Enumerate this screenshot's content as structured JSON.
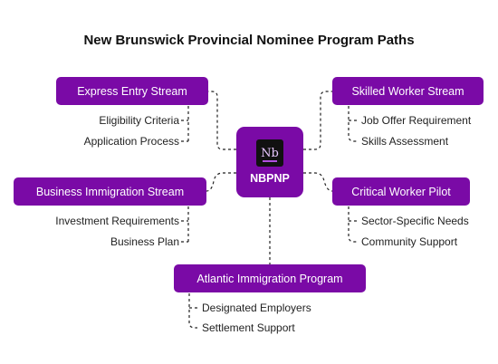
{
  "title": "New Brunswick Provincial Nominee Program Paths",
  "center": {
    "label": "NBPNP",
    "logo_text": "Nb",
    "logo_icon": "nb-logo-icon"
  },
  "branches": {
    "express": {
      "label": "Express Entry Stream",
      "items": [
        "Eligibility Criteria",
        "Application Process"
      ]
    },
    "business": {
      "label": "Business Immigration Stream",
      "items": [
        "Investment Requirements",
        "Business Plan"
      ]
    },
    "skilled": {
      "label": "Skilled Worker Stream",
      "items": [
        "Job Offer Requirement",
        "Skills Assessment"
      ]
    },
    "critical": {
      "label": "Critical Worker Pilot",
      "items": [
        "Sector-Specific Needs",
        "Community Support"
      ]
    },
    "atlantic": {
      "label": "Atlantic Immigration Program",
      "items": [
        "Designated Employers",
        "Settlement Support"
      ]
    }
  },
  "colors": {
    "node_fill": "#7a0aa6",
    "node_text": "#ffffff",
    "connector": "#222222",
    "logo_bg": "#111111"
  }
}
